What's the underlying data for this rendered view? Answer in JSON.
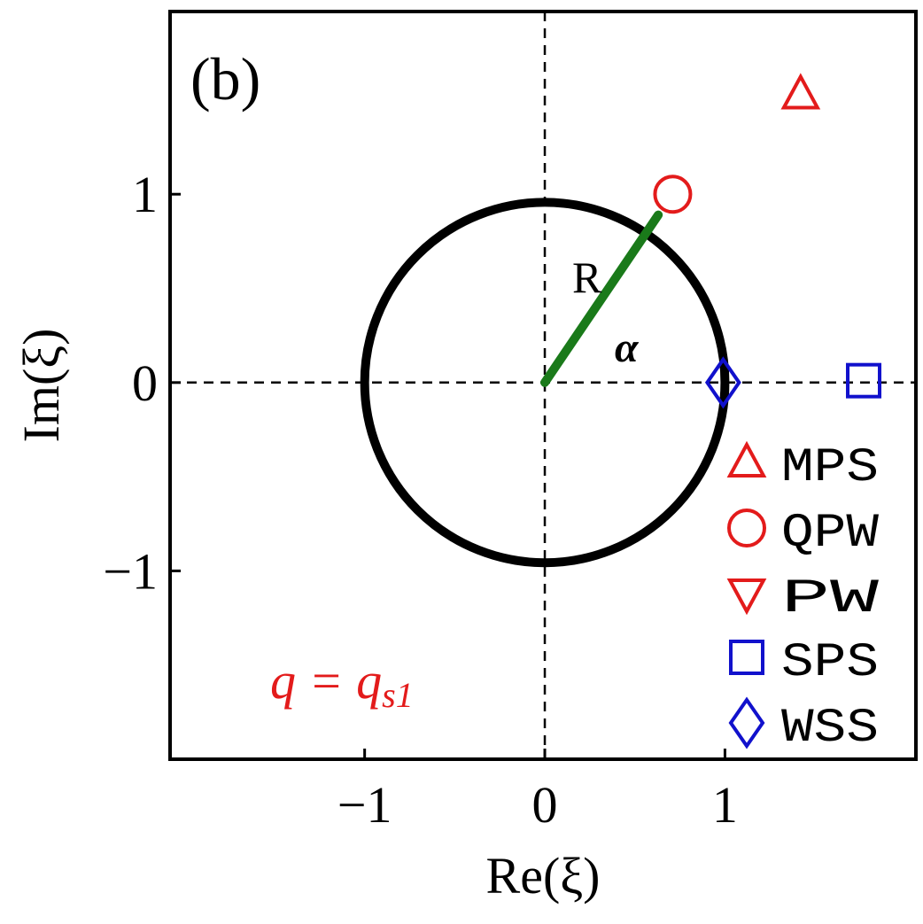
{
  "panel_label": "(b)",
  "annotations": {
    "radius": "R",
    "angle": "α",
    "condition": "q = q"
  },
  "condition_sub": "s1",
  "legend": {
    "items": [
      {
        "symbol": "triangle-up",
        "label": "MPS",
        "color": "#e31b1b"
      },
      {
        "symbol": "circle",
        "label": "QPW",
        "color": "#e31b1b"
      },
      {
        "symbol": "triangle-down",
        "label": "PW",
        "color": "#e31b1b"
      },
      {
        "symbol": "square",
        "label": "SPS",
        "color": "#1111cc"
      },
      {
        "symbol": "diamond",
        "label": "WSS",
        "color": "#1111cc"
      }
    ]
  },
  "chart_data": {
    "type": "scatter",
    "title": "",
    "xlabel": "Re(ξ)",
    "ylabel": "Im(ξ)",
    "xlim": [
      -2.08,
      2.06
    ],
    "ylim": [
      -2.0,
      1.97
    ],
    "xticks": [
      {
        "value": -1,
        "label": "−1"
      },
      {
        "value": 0,
        "label": "0"
      },
      {
        "value": 1,
        "label": "1"
      }
    ],
    "yticks": [
      {
        "value": -1,
        "label": "−1"
      },
      {
        "value": 0,
        "label": "0"
      },
      {
        "value": 1,
        "label": "1"
      }
    ],
    "grid": false,
    "reference_lines": [
      {
        "orientation": "vertical",
        "value": 0,
        "style": "dashed"
      },
      {
        "orientation": "horizontal",
        "value": 0,
        "style": "dashed"
      }
    ],
    "unit_circle": {
      "center": [
        0,
        0
      ],
      "radius": 1,
      "color": "#000000"
    },
    "radius_segment": {
      "from": [
        0,
        0
      ],
      "to": [
        0.63,
        0.89
      ],
      "color": "#1a7a1a"
    },
    "series": [
      {
        "name": "MPS",
        "symbol": "triangle-up",
        "color": "#e31b1b",
        "x": [
          1.42
        ],
        "y": [
          1.53
        ]
      },
      {
        "name": "QPW",
        "symbol": "circle",
        "color": "#e31b1b",
        "x": [
          0.71
        ],
        "y": [
          1.0
        ]
      },
      {
        "name": "SPS",
        "symbol": "square",
        "color": "#1111cc",
        "x": [
          1.77
        ],
        "y": [
          0.01
        ]
      },
      {
        "name": "WSS",
        "symbol": "diamond",
        "color": "#1111cc",
        "x": [
          0.99
        ],
        "y": [
          0.0
        ]
      }
    ],
    "legend_position": "bottom-right"
  }
}
